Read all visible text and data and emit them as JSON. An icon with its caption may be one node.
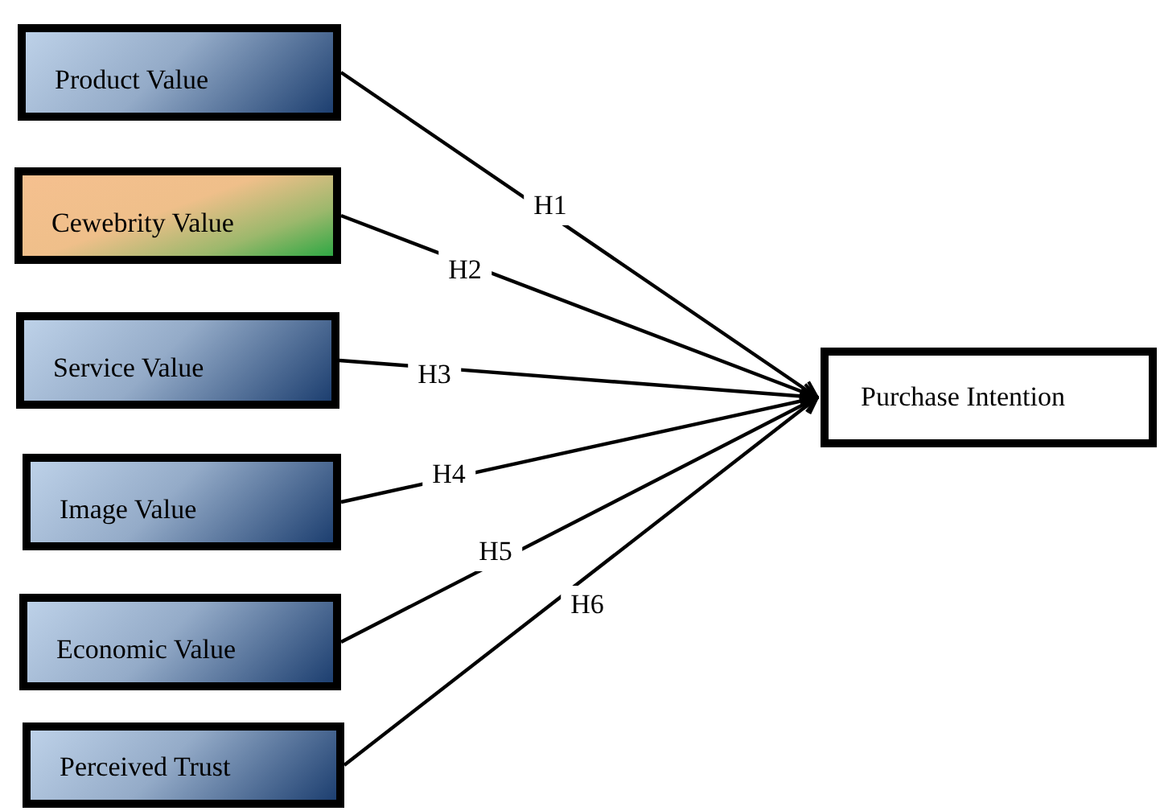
{
  "diagram": {
    "nodes": [
      {
        "text": [
          "Product Value"
        ]
      },
      {
        "text": [
          "Cewebrity Value"
        ]
      },
      {
        "text": [
          "Service Value"
        ]
      },
      {
        "text": [
          "Image Value"
        ]
      },
      {
        "text": [
          "Economic Value"
        ]
      },
      {
        "text": [
          "Perceived Trust"
        ]
      },
      {
        "text": [
          "Purchase Intention"
        ]
      }
    ],
    "edges": [
      {
        "from": 0,
        "to": 6,
        "arrow": "to",
        "label": "H1"
      },
      {
        "from": 1,
        "to": 6,
        "arrow": "to",
        "label": "H2"
      },
      {
        "from": 2,
        "to": 6,
        "arrow": "to",
        "label": "H3"
      },
      {
        "from": 3,
        "to": 6,
        "arrow": "to",
        "label": "H4"
      },
      {
        "from": 4,
        "to": 6,
        "arrow": "to",
        "label": "H5"
      },
      {
        "from": 5,
        "to": 6,
        "arrow": "to",
        "label": "H6"
      }
    ]
  }
}
